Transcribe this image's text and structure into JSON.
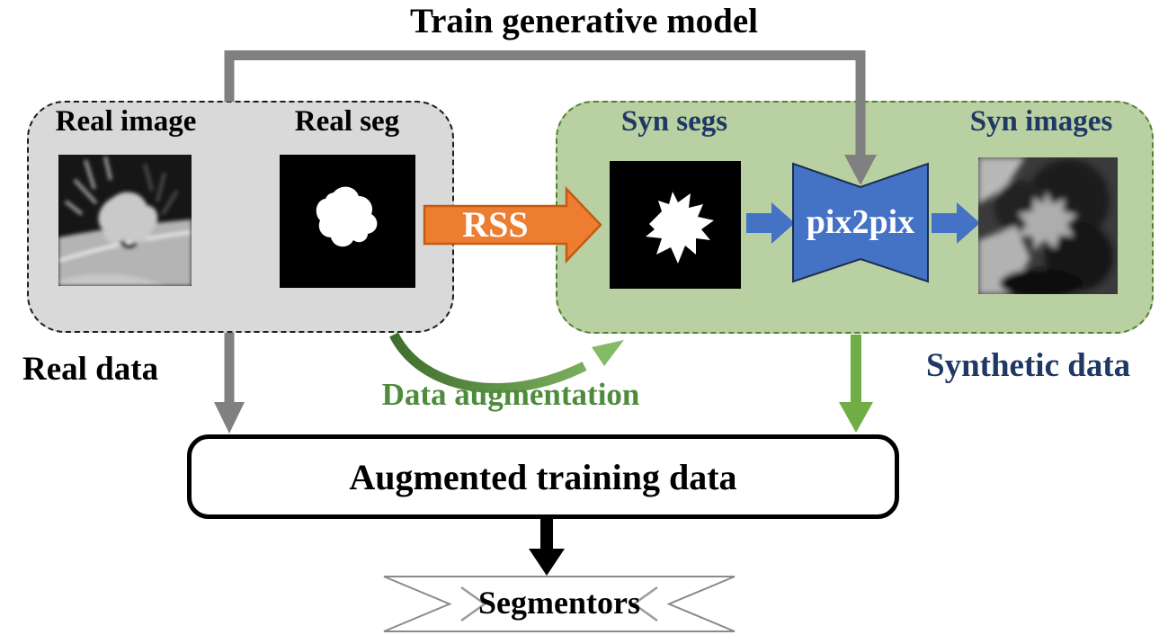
{
  "title": "Train generative model",
  "real_data": {
    "caption": "Real data",
    "image_label": "Real image",
    "seg_label": "Real seg",
    "image_description": "lung CT patch with nodule",
    "seg_description": "binary nodule mask"
  },
  "rss": {
    "label": "RSS"
  },
  "synthetic_data": {
    "caption": "Synthetic data",
    "segs_label": "Syn segs",
    "model_label": "pix2pix",
    "images_label": "Syn images",
    "seg_description": "synthetic spiky nodule mask",
    "image_description": "synthetic lung CT patch"
  },
  "augmentation": {
    "label": "Data augmentation"
  },
  "training": {
    "label": "Augmented training data"
  },
  "segmentors": {
    "label": "Segmentors"
  },
  "colors": {
    "gray_arrow": "#808080",
    "gray_box_fill": "#d9d9d9",
    "green_box_fill": "#b9d0a2",
    "green_dash_border": "#548235",
    "green_arrow": "#70ad47",
    "green_text": "#4e8c3c",
    "navy_text": "#1f3864",
    "blue_shape": "#4472c4",
    "orange_arrow": "#ed7d31",
    "orange_border": "#c55a11",
    "black": "#000000"
  }
}
